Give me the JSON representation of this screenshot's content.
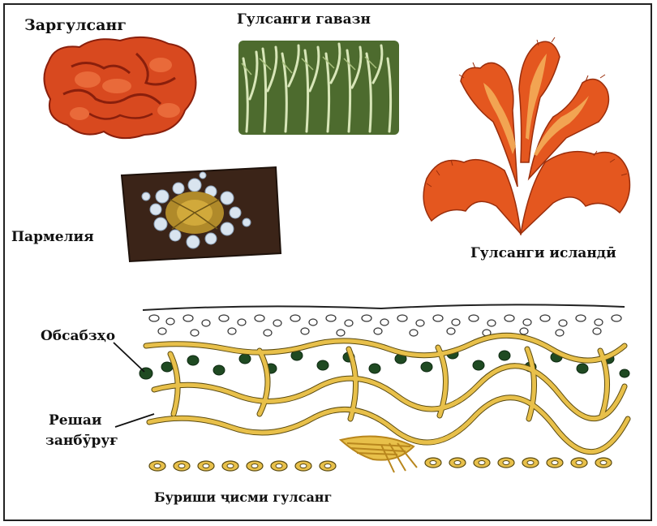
{
  "labels": {
    "zargulsang": "Заргулсанг",
    "gulsangi_gavazn": "Гулсанги гавазн",
    "parmeliya": "Пармелия",
    "gulsangi_islandi": "Гулсанги исландӣ",
    "obsabzho": "Обсабзҳо",
    "reshai_line1": "Решаи",
    "reshai_line2": "занбӯруғ",
    "burish": "Буриши ҷисми гулсанг"
  },
  "colors": {
    "frame": "#222222",
    "crust_orange": "#d8491f",
    "crust_dark": "#8a1f0c",
    "moss_green": "#4d6b2e",
    "moss_light": "#c9d9a8",
    "bark": "#3b2418",
    "islandic_orange": "#e4571f",
    "islandic_light": "#f5b25c",
    "hyphae_yellow": "#e8c04a",
    "hyphae_outline": "#5a4a10",
    "algae_green": "#1f4a22"
  }
}
